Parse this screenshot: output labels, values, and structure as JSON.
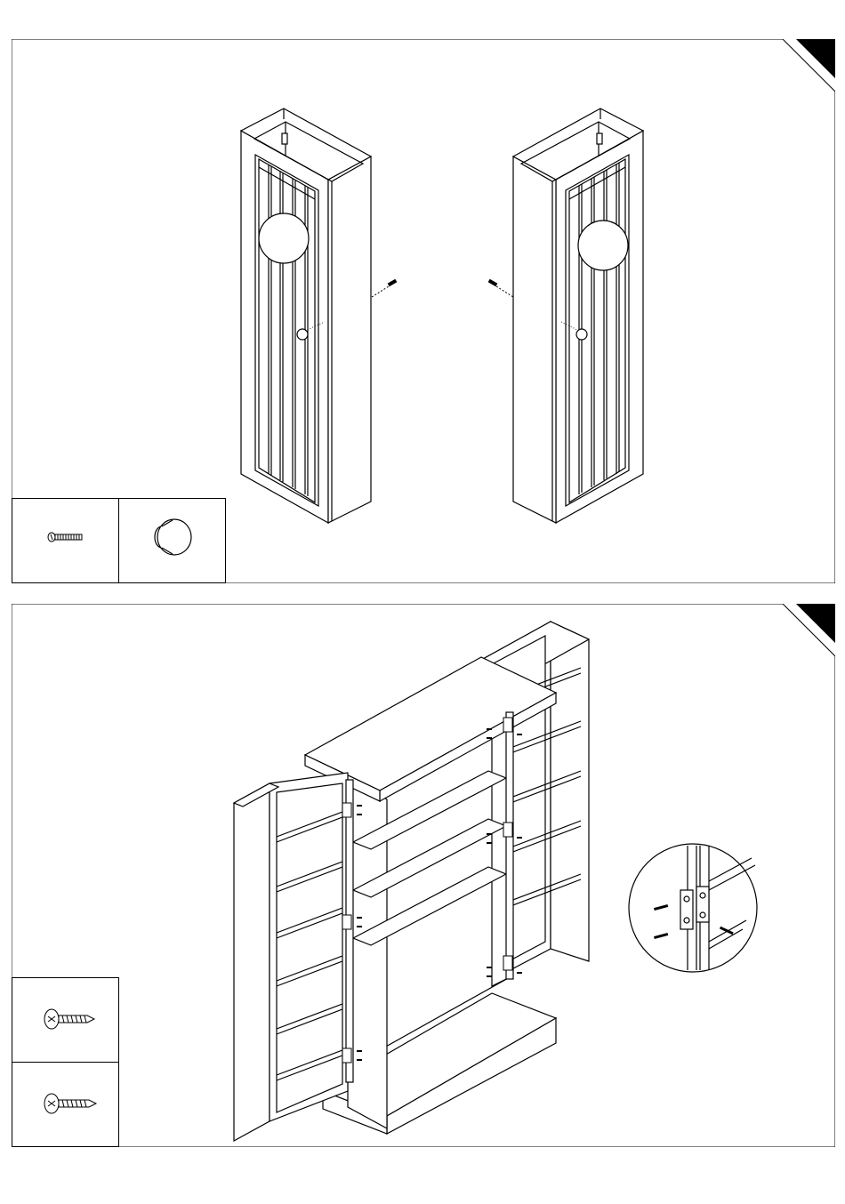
{
  "page": {
    "background": "#ffffff",
    "line_color": "#000000"
  },
  "steps": [
    {
      "title": "",
      "illustration": "two-door-panels-knob-install",
      "hardware": [
        {
          "icon": "machine-screw-icon",
          "label": ""
        },
        {
          "icon": "knob-icon",
          "label": ""
        }
      ]
    },
    {
      "title": "",
      "illustration": "cabinet-door-hinge-install",
      "detail": "hinge-detail-magnifier",
      "hardware": [
        {
          "icon": "wood-screw-icon",
          "label": ""
        },
        {
          "icon": "long-wood-screw-icon",
          "label": ""
        }
      ]
    }
  ]
}
